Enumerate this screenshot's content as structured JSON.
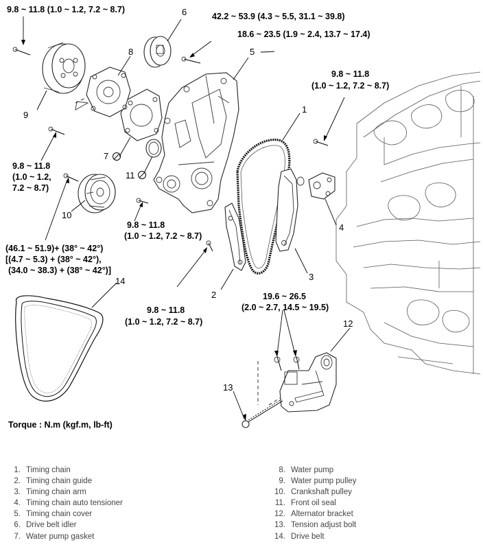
{
  "torque_specs": {
    "t_top_left": "9.8 ~ 11.8 (1.0 ~ 1.2, 7.2 ~ 8.7)",
    "t_idler": "42.2 ~ 53.9 (4.3 ~ 5.5, 31.1 ~ 39.8)",
    "t_cover": "18.6 ~ 23.5 (1.9 ~ 2.4, 13.7 ~ 17.4)",
    "t_right_1": "9.8 ~ 11.8",
    "t_right_2": "(1.0 ~ 1.2, 7.2 ~ 8.7)",
    "t_left_1": "9.8 ~ 11.8",
    "t_left_2": "(1.0 ~ 1.2,",
    "t_left_3": "7.2 ~ 8.7)",
    "t_mid_1": "9.8 ~ 11.8",
    "t_mid_2": "(1.0 ~ 1.2, 7.2 ~ 8.7)",
    "t_crank_1": "(46.1 ~ 51.9)+ (38° ~ 42°)",
    "t_crank_2": "[(4.7 ~ 5.3) + (38° ~ 42°),",
    "t_crank_3": "(34.0 ~ 38.3) + (38° ~ 42°)]",
    "t_guide_1": "9.8 ~ 11.8",
    "t_guide_2": "(1.0 ~ 1.2, 7.2 ~ 8.7)",
    "t_bracket_1": "19.6 ~ 26.5",
    "t_bracket_2": "(2.0 ~ 2.7, 14.5 ~ 19.5)"
  },
  "callouts": [
    "1",
    "2",
    "3",
    "4",
    "5",
    "6",
    "7",
    "8",
    "9",
    "10",
    "11",
    "12",
    "13",
    "14"
  ],
  "torque_unit_caption": "Torque : N.m (kgf.m, lb-ft)",
  "legend_left": [
    {
      "num": "1.",
      "label": "Timing chain"
    },
    {
      "num": "2.",
      "label": "Timing chain guide"
    },
    {
      "num": "3.",
      "label": "Timing chain arm"
    },
    {
      "num": "4.",
      "label": "Timing chain auto tensioner"
    },
    {
      "num": "5.",
      "label": "Timing chain cover"
    },
    {
      "num": "6.",
      "label": "Drive belt idler"
    },
    {
      "num": "7.",
      "label": "Water pump gasket"
    }
  ],
  "legend_right": [
    {
      "num": "8.",
      "label": "Water pump"
    },
    {
      "num": "9.",
      "label": "Water pump pulley"
    },
    {
      "num": "10.",
      "label": "Crankshaft pulley"
    },
    {
      "num": "11.",
      "label": "Front oil seal"
    },
    {
      "num": "12.",
      "label": "Alternator bracket"
    },
    {
      "num": "13.",
      "label": "Tension adjust bolt"
    },
    {
      "num": "14.",
      "label": "Drive belt"
    }
  ]
}
